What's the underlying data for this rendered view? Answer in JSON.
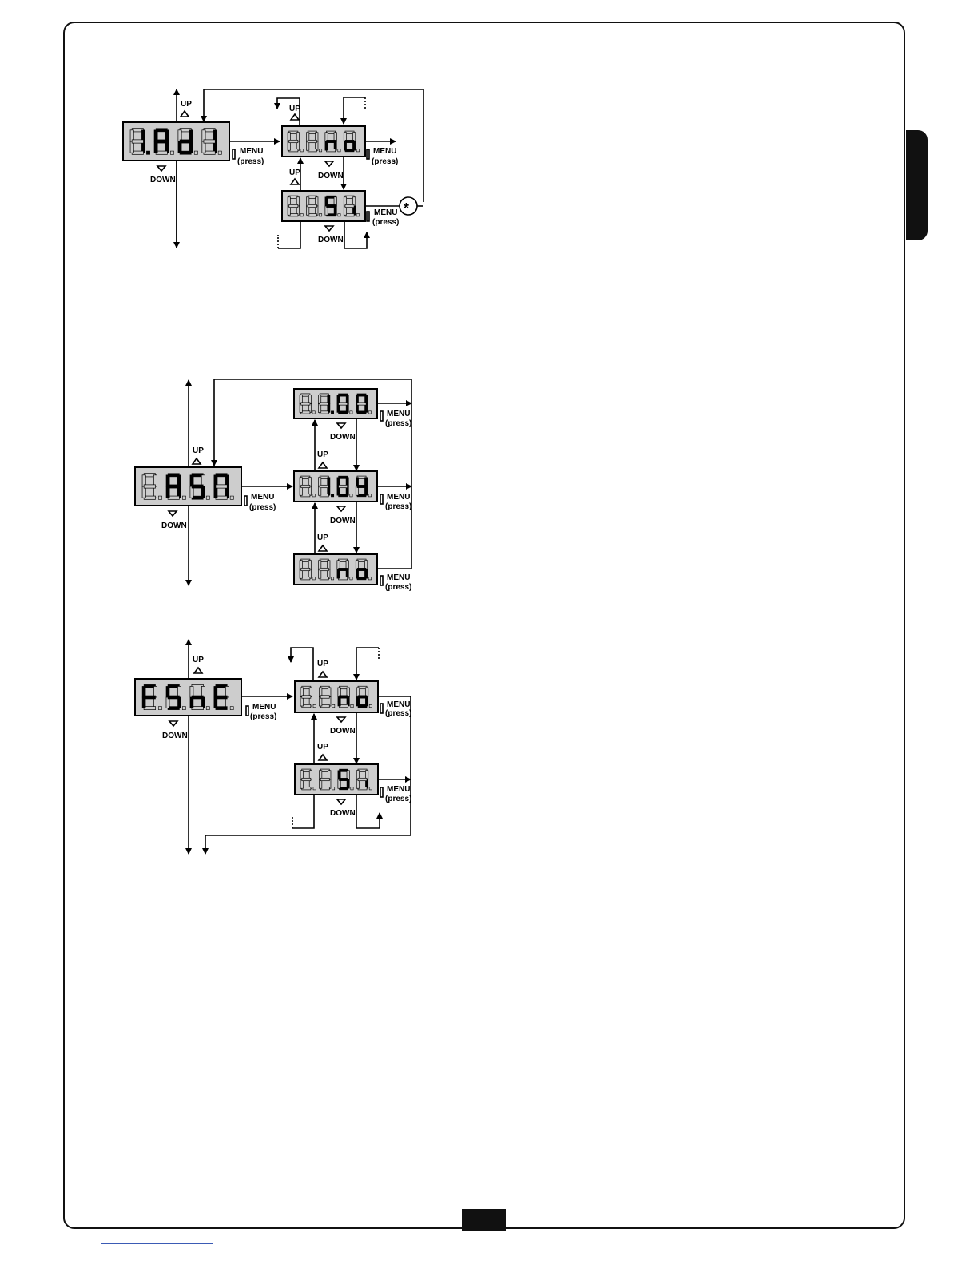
{
  "labels": {
    "up": "UP",
    "down": "DOWN",
    "menu": "MENU",
    "press": "(press)",
    "star": "*"
  },
  "diagram_1": {
    "main_display": "1.Ad1",
    "option_no": "no",
    "option_yes": "Si"
  },
  "diagram_2": {
    "main_display": "ASM",
    "option_1": "1.00",
    "option_2": "1.0Y",
    "option_3": "no"
  },
  "diagram_3": {
    "main_display": "FSnE",
    "option_no": "no",
    "option_yes": "Si"
  },
  "colors": {
    "display_bg": "#cdcdcd",
    "lit_segment": "#000000",
    "unlit_segment": "#cdcdcd"
  }
}
